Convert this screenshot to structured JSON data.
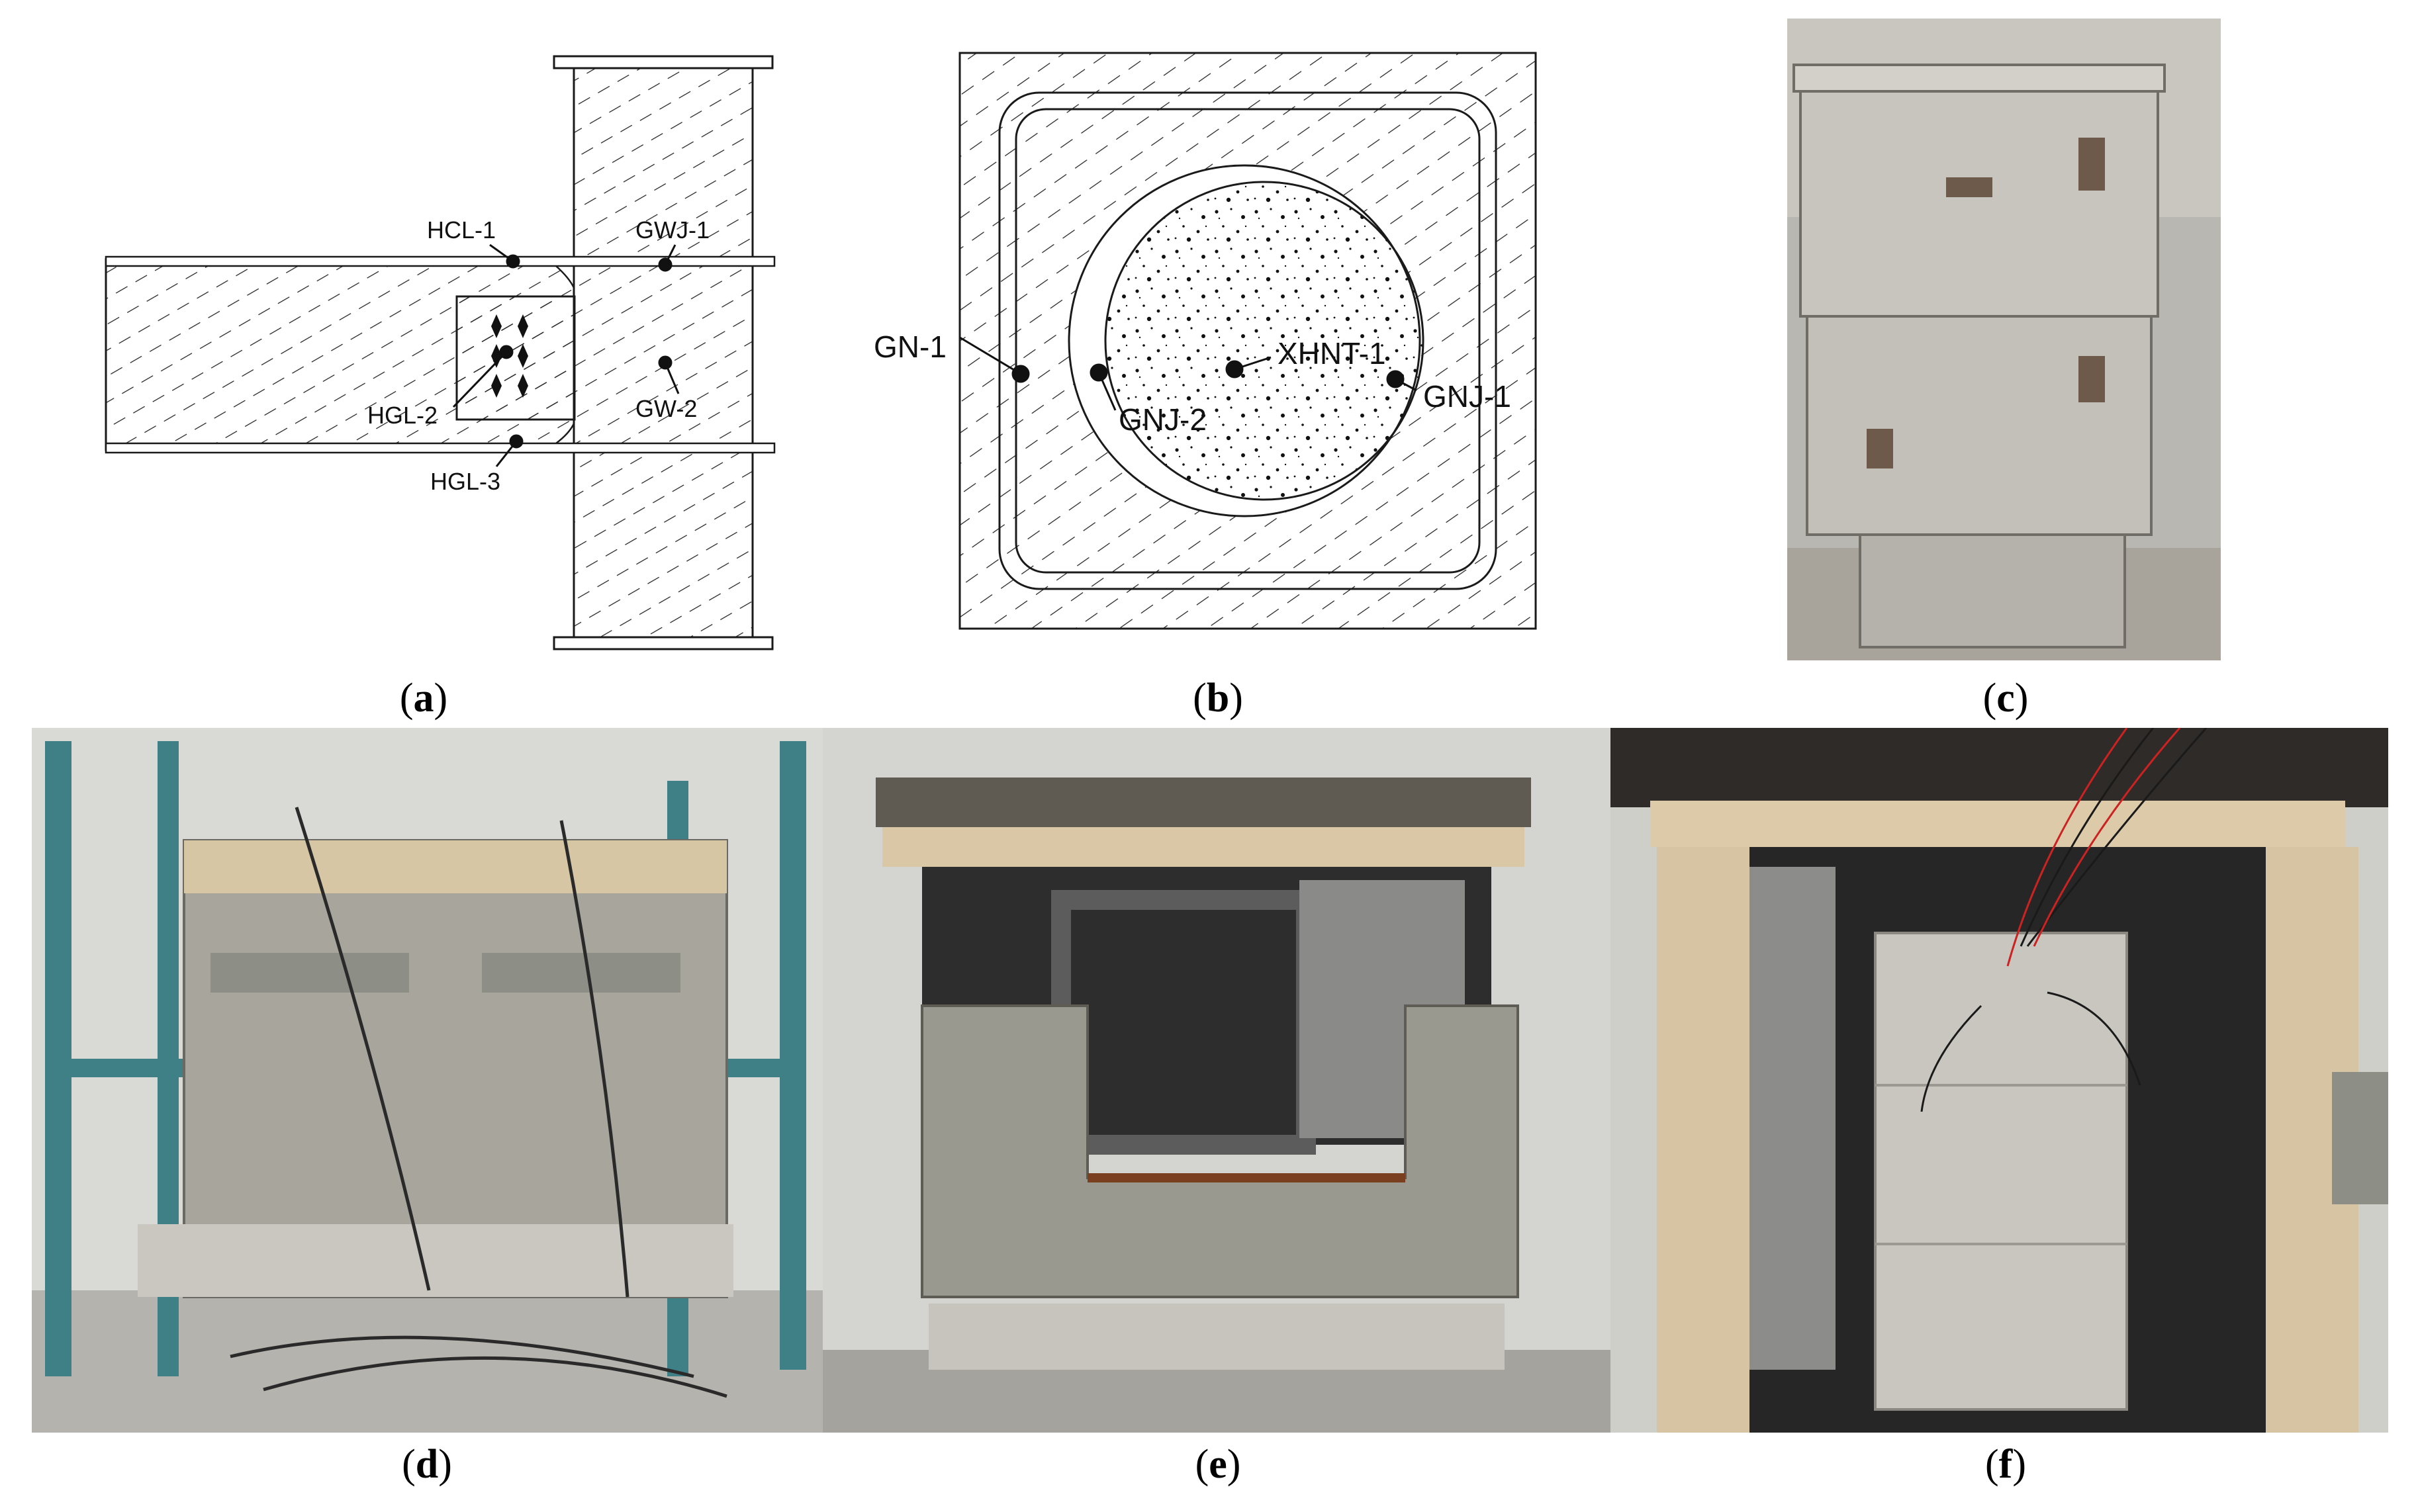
{
  "panels": {
    "a": {
      "caption_letter": "a",
      "labels": {
        "hcl1": "HCL-1",
        "gwj1": "GWJ-1",
        "hgl2": "HGL-2",
        "gw2": "GW-2",
        "hgl3": "HGL-3"
      }
    },
    "b": {
      "caption_letter": "b",
      "labels": {
        "gn1": "GN-1",
        "xhnt1": "XHNT-1",
        "gnj2": "GNJ-2",
        "gnj1": "GNJ-1"
      }
    },
    "c": {
      "caption_letter": "c"
    },
    "d": {
      "caption_letter": "d"
    },
    "e": {
      "caption_letter": "e"
    },
    "f": {
      "caption_letter": "f"
    }
  },
  "colors": {
    "line": "#1a1a1a",
    "hatch": "#222222",
    "photo_gray": "#b8b6b0",
    "steel": "#8d8e86",
    "brick": "#d9c7a6",
    "frame": "#3f7f86"
  }
}
